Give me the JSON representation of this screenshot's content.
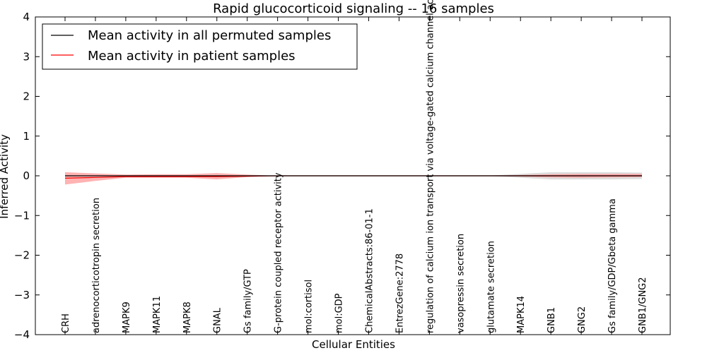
{
  "chart_data": {
    "type": "line",
    "title": "Rapid glucocorticoid signaling -- 16 samples",
    "xlabel": "Cellular Entities",
    "ylabel": "Inferred Activity",
    "ylim": [
      -4,
      4
    ],
    "yticks": [
      4,
      3,
      2,
      1,
      0,
      -1,
      -2,
      -3,
      -4
    ],
    "ytick_labels": [
      "4",
      "3",
      "2",
      "1",
      "0",
      "−1",
      "−2",
      "−3",
      "−4"
    ],
    "grid": false,
    "legend_position": "top-left",
    "categories": [
      "CRH",
      "adrenocorticotropin secretion",
      "MAPK9",
      "MAPK11",
      "MAPK8",
      "GNAL",
      "Gs family/GTP",
      "G-protein coupled receptor activity",
      "mol:cortisol",
      "mol:GDP",
      "ChemicalAbstracts:86-01-1",
      "EntrezGene:2778",
      "regulation of calcium ion transport via voltage-gated calcium channel activity",
      "vasopressin secretion",
      "glutamate secretion",
      "MAPK14",
      "GNB1",
      "GNG2",
      "Gs family/GDP/Gbeta gamma",
      "GNB1/GNG2"
    ],
    "series": [
      {
        "name": "Mean activity in all permuted samples",
        "color": "#000000",
        "band_color": "#bbbbbb",
        "values": [
          0,
          0,
          0,
          0,
          0,
          0,
          0,
          0,
          0,
          0,
          0,
          0,
          0,
          0,
          0,
          0,
          0,
          0,
          0,
          0
        ],
        "band_lower": [
          -0.01,
          -0.01,
          -0.01,
          -0.01,
          -0.01,
          -0.01,
          -0.01,
          -0.01,
          -0.005,
          -0.005,
          -0.005,
          -0.005,
          -0.005,
          -0.005,
          -0.005,
          -0.05,
          -0.09,
          -0.09,
          -0.09,
          -0.08
        ],
        "band_upper": [
          0.01,
          0.01,
          0.01,
          0.01,
          0.01,
          0.01,
          0.01,
          0.01,
          0.005,
          0.005,
          0.005,
          0.005,
          0.005,
          0.005,
          0.005,
          0.05,
          0.09,
          0.09,
          0.09,
          0.08
        ]
      },
      {
        "name": "Mean activity in patient samples",
        "color": "#ff0000",
        "band_color": "#ff9999",
        "values": [
          -0.06,
          -0.04,
          -0.02,
          -0.02,
          -0.02,
          -0.02,
          -0.01,
          0,
          0,
          0,
          0,
          0,
          0,
          0,
          0,
          0,
          0,
          0,
          0,
          0
        ],
        "band_lower": [
          -0.22,
          -0.13,
          -0.05,
          -0.05,
          -0.05,
          -0.09,
          -0.03,
          0,
          0,
          0,
          0,
          0,
          0,
          0,
          0,
          -0.02,
          -0.04,
          -0.05,
          -0.04,
          -0.03
        ],
        "band_upper": [
          0.09,
          0.06,
          0.03,
          0.04,
          0.04,
          0.07,
          0.03,
          0,
          0,
          0,
          0,
          0,
          0,
          0,
          0,
          0.02,
          0.04,
          0.05,
          0.05,
          0.05
        ]
      }
    ]
  }
}
